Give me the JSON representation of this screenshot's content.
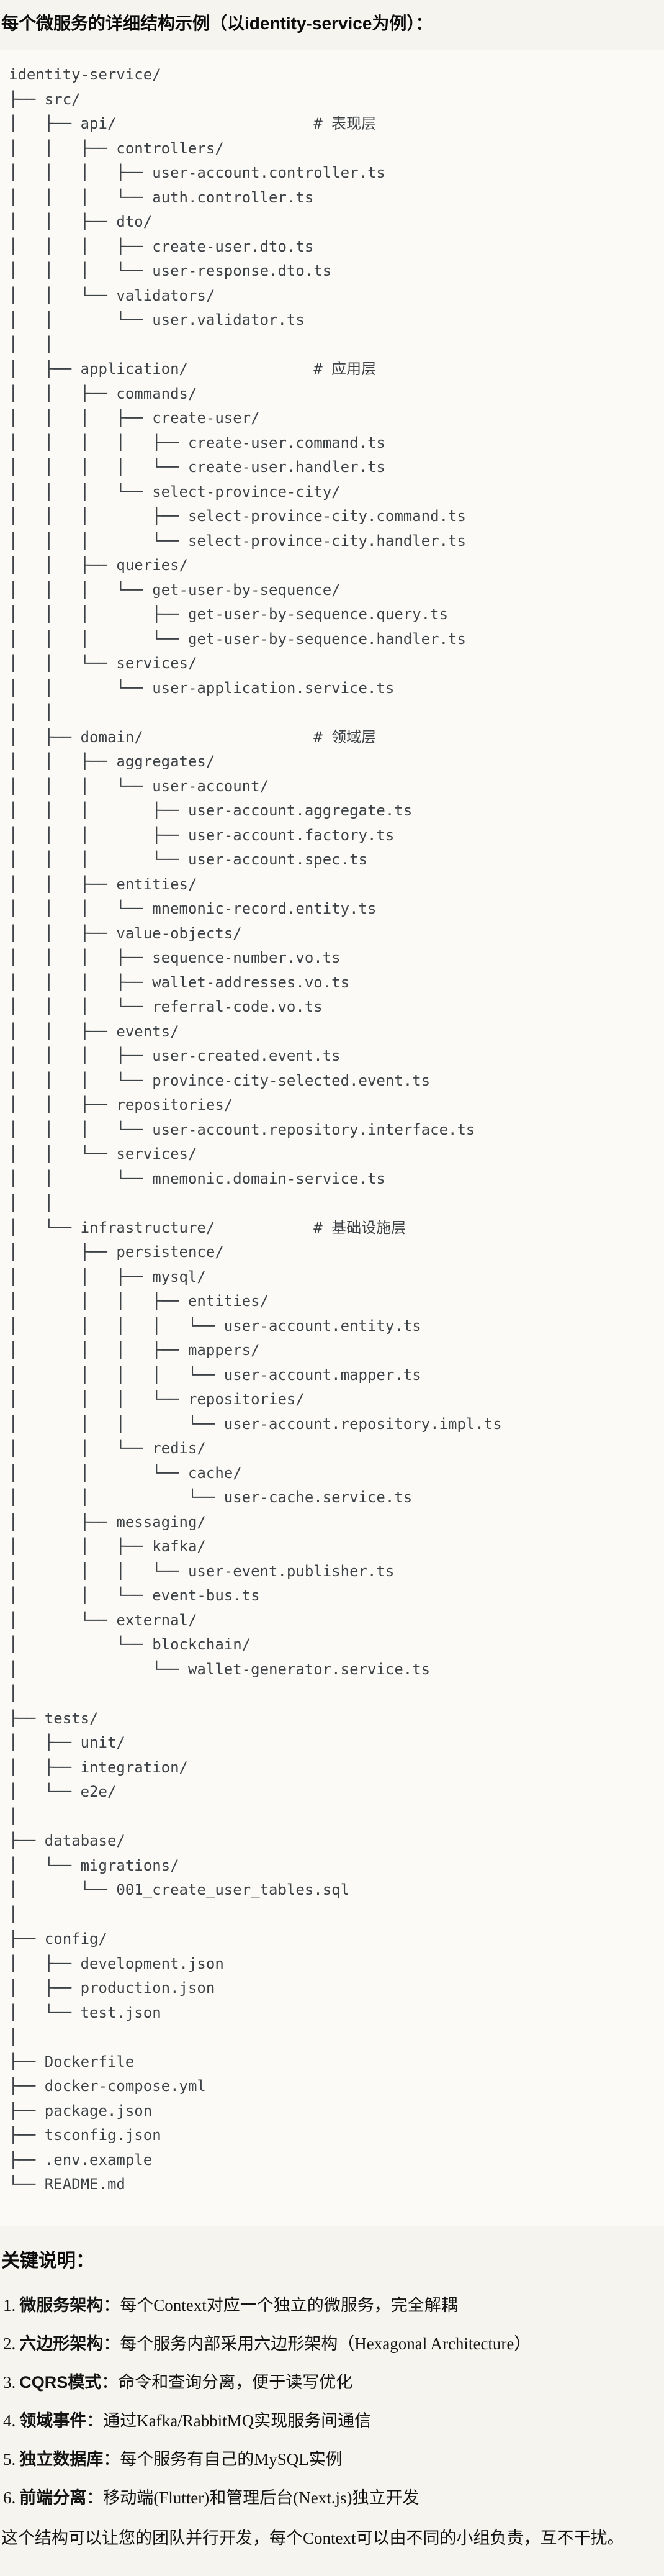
{
  "page": {
    "background_color": "#f5f4ef",
    "code_background_color": "#fbfaf6",
    "code_border_color": "#e3e1da",
    "code_text_color": "#3d4247",
    "body_text_color": "#141414"
  },
  "title": "每个微服务的详细结构示例（以identity-service为例）：",
  "code_block": {
    "lines": [
      "identity-service/",
      "├── src/",
      "│   ├── api/                      # 表现层",
      "│   │   ├── controllers/",
      "│   │   │   ├── user-account.controller.ts",
      "│   │   │   └── auth.controller.ts",
      "│   │   ├── dto/",
      "│   │   │   ├── create-user.dto.ts",
      "│   │   │   └── user-response.dto.ts",
      "│   │   └── validators/",
      "│   │       └── user.validator.ts",
      "│   │",
      "│   ├── application/              # 应用层",
      "│   │   ├── commands/",
      "│   │   │   ├── create-user/",
      "│   │   │   │   ├── create-user.command.ts",
      "│   │   │   │   └── create-user.handler.ts",
      "│   │   │   └── select-province-city/",
      "│   │   │       ├── select-province-city.command.ts",
      "│   │   │       └── select-province-city.handler.ts",
      "│   │   ├── queries/",
      "│   │   │   └── get-user-by-sequence/",
      "│   │   │       ├── get-user-by-sequence.query.ts",
      "│   │   │       └── get-user-by-sequence.handler.ts",
      "│   │   └── services/",
      "│   │       └── user-application.service.ts",
      "│   │",
      "│   ├── domain/                   # 领域层",
      "│   │   ├── aggregates/",
      "│   │   │   └── user-account/",
      "│   │   │       ├── user-account.aggregate.ts",
      "│   │   │       ├── user-account.factory.ts",
      "│   │   │       └── user-account.spec.ts",
      "│   │   ├── entities/",
      "│   │   │   └── mnemonic-record.entity.ts",
      "│   │   ├── value-objects/",
      "│   │   │   ├── sequence-number.vo.ts",
      "│   │   │   ├── wallet-addresses.vo.ts",
      "│   │   │   └── referral-code.vo.ts",
      "│   │   ├── events/",
      "│   │   │   ├── user-created.event.ts",
      "│   │   │   └── province-city-selected.event.ts",
      "│   │   ├── repositories/",
      "│   │   │   └── user-account.repository.interface.ts",
      "│   │   └── services/",
      "│   │       └── mnemonic.domain-service.ts",
      "│   │",
      "│   └── infrastructure/           # 基础设施层",
      "│       ├── persistence/",
      "│       │   ├── mysql/",
      "│       │   │   ├── entities/",
      "│       │   │   │   └── user-account.entity.ts",
      "│       │   │   ├── mappers/",
      "│       │   │   │   └── user-account.mapper.ts",
      "│       │   │   └── repositories/",
      "│       │   │       └── user-account.repository.impl.ts",
      "│       │   └── redis/",
      "│       │       └── cache/",
      "│       │           └── user-cache.service.ts",
      "│       ├── messaging/",
      "│       │   ├── kafka/",
      "│       │   │   └── user-event.publisher.ts",
      "│       │   └── event-bus.ts",
      "│       └── external/",
      "│           └── blockchain/",
      "│               └── wallet-generator.service.ts",
      "│",
      "├── tests/",
      "│   ├── unit/",
      "│   ├── integration/",
      "│   └── e2e/",
      "│",
      "├── database/",
      "│   └── migrations/",
      "│       └── 001_create_user_tables.sql",
      "│",
      "├── config/",
      "│   ├── development.json",
      "│   ├── production.json",
      "│   └── test.json",
      "│",
      "├── Dockerfile",
      "├── docker-compose.yml",
      "├── package.json",
      "├── tsconfig.json",
      "├── .env.example",
      "└── README.md"
    ]
  },
  "notes": {
    "heading": "关键说明：",
    "items": [
      {
        "num": "1.",
        "label": "微服务架构",
        "text": "：每个Context对应一个独立的微服务，完全解耦"
      },
      {
        "num": "2.",
        "label": "六边形架构",
        "text": "：每个服务内部采用六边形架构（Hexagonal Architecture）"
      },
      {
        "num": "3.",
        "label": "CQRS模式",
        "text": "：命令和查询分离，便于读写优化"
      },
      {
        "num": "4.",
        "label": "领域事件",
        "text": "：通过Kafka/RabbitMQ实现服务间通信"
      },
      {
        "num": "5.",
        "label": "独立数据库",
        "text": "：每个服务有自己的MySQL实例"
      },
      {
        "num": "6.",
        "label": "前端分离",
        "text": "：移动端(Flutter)和管理后台(Next.js)独立开发"
      }
    ],
    "footer": "这个结构可以让您的团队并行开发，每个Context可以由不同的小组负责，互不干扰。"
  }
}
